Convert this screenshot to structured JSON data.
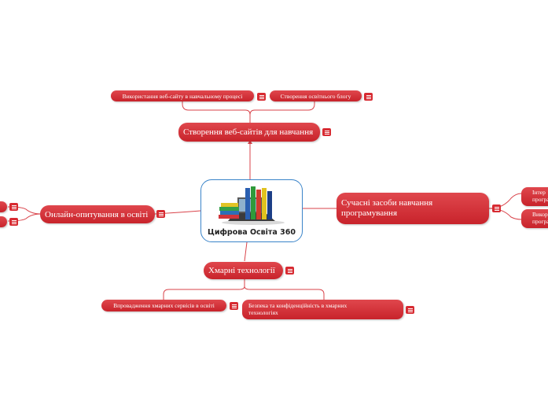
{
  "central": {
    "title": "Цифрова Освіта 360",
    "image": "books-and-laptop-icon"
  },
  "branches": {
    "web": {
      "label": "Створення веб-сайтів для навчання",
      "children": [
        "Використання веб-сайту в навчальному процесі",
        "Створення освітнього блогу"
      ]
    },
    "modern": {
      "label": "Сучасні засоби навчання програмування",
      "children": [
        "Інтер програ",
        "Викор програ"
      ]
    },
    "survey": {
      "label": "Онлайн-опитування в освіті"
    },
    "cloud": {
      "label": "Хмарні технології",
      "children": [
        "Впровадження хмарних сервісів в освіті",
        "Безпека та конфіденційність в хмарних технологіях"
      ]
    }
  },
  "colors": {
    "node": "#d72b32",
    "connector": "#d9434a",
    "central_border": "#3a84c9"
  },
  "icons": {
    "note": "note-icon"
  }
}
